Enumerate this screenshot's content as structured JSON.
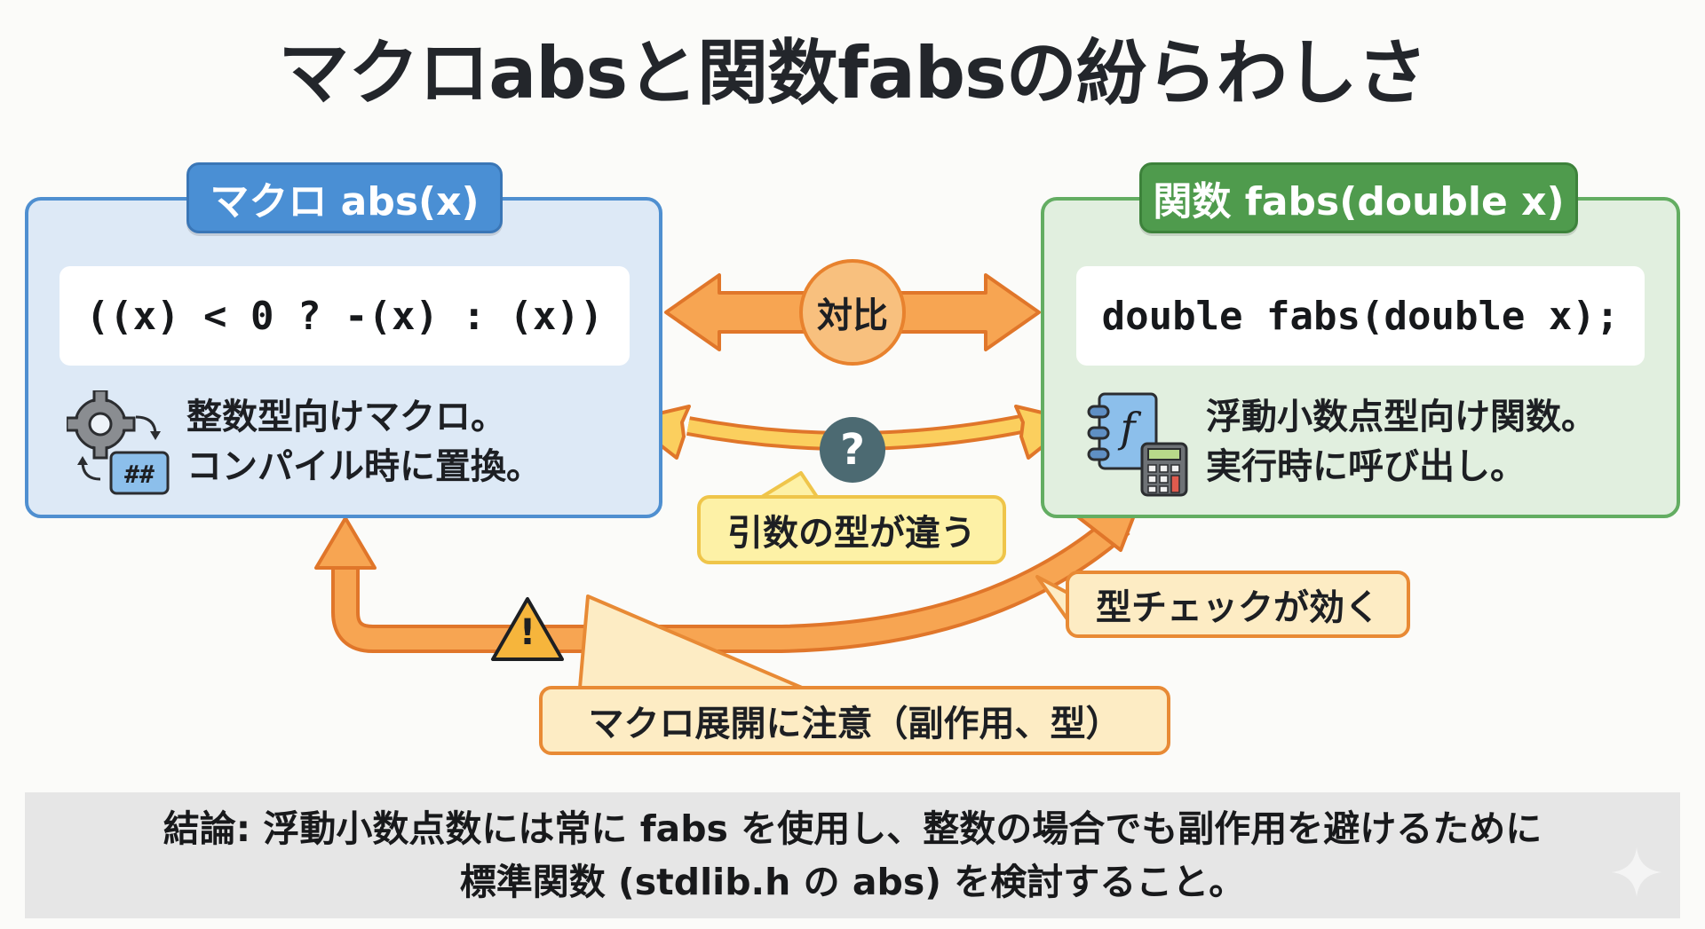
{
  "title": "マクロabsと関数fabsの紛らわしさ",
  "left_panel": {
    "header": "マクロ abs(x)",
    "code": "((x) < 0 ? -(x) : (x))",
    "desc_line1": "整数型向けマクロ。",
    "desc_line2": "コンパイル時に置換。",
    "icon": "gear-replace-icon",
    "icon_badge": "##",
    "colors": {
      "header": "#4a8fd4",
      "border": "#4f8fd0",
      "background": "#dde9f6"
    }
  },
  "right_panel": {
    "header": "関数 fabs(double x)",
    "code": "double fabs(double x);",
    "desc_line1": "浮動小数点型向け関数。",
    "desc_line2": "実行時に呼び出し。",
    "icon": "function-calculator-icon",
    "icon_glyph": "f",
    "colors": {
      "header": "#4f9b4d",
      "border": "#63ad62",
      "background": "#e1efdf"
    }
  },
  "center": {
    "contrast_label": "対比",
    "question_glyph": "?",
    "args_callout": "引数の型が違う"
  },
  "callouts": {
    "typecheck": "型チェックが効く",
    "macro_warning": "マクロ展開に注意（副作用、型）",
    "warning_glyph": "!"
  },
  "conclusion": {
    "line1": "結論: 浮動小数点数には常に fabs を使用し、整数の場合でも副作用を避けるために",
    "line2": "標準関数 (stdlib.h の abs) を検討すること。"
  },
  "accent_colors": {
    "arrow_orange": "#f5a24a",
    "arrow_stroke": "#e0762a",
    "arrow_yellow": "#fbcf5e"
  }
}
